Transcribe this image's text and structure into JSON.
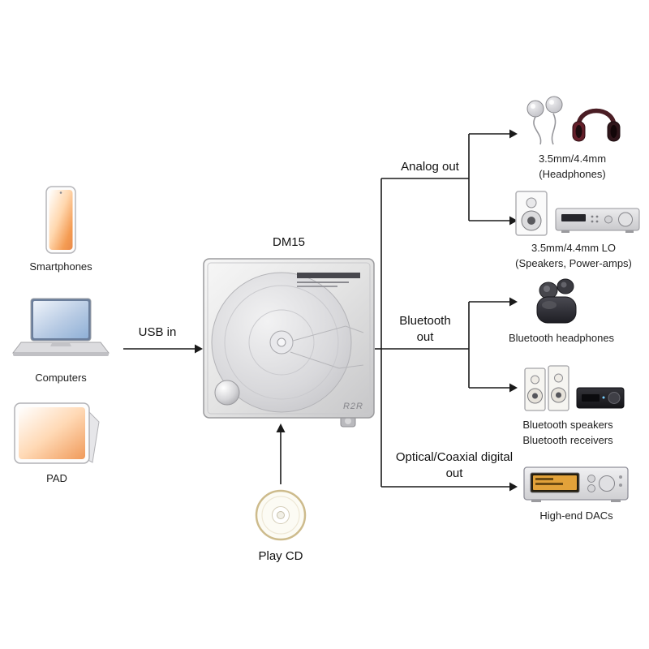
{
  "page": {
    "background": "#ffffff",
    "line_color": "#1a1a1a"
  },
  "device": {
    "title": "DM15",
    "brand": "R2R"
  },
  "inputs": {
    "usb_label": "USB in",
    "cd_label": "Play CD",
    "sources": [
      {
        "label": "Smartphones",
        "icon": "smartphone-icon"
      },
      {
        "label": "Computers",
        "icon": "laptop-icon"
      },
      {
        "label": "PAD",
        "icon": "tablet-icon"
      }
    ]
  },
  "outputs": [
    {
      "label": "Analog out",
      "targets": [
        {
          "line1": "3.5mm/4.4mm",
          "line2": "(Headphones)",
          "icons": [
            "iem-earphones-icon",
            "over-ear-headphones-icon"
          ]
        },
        {
          "line1": "3.5mm/4.4mm LO",
          "line2": "(Speakers, Power-amps)",
          "icons": [
            "bookshelf-speaker-icon",
            "power-amp-icon"
          ]
        }
      ]
    },
    {
      "label": "Bluetooth out",
      "targets": [
        {
          "line1": "Bluetooth headphones",
          "line2": "",
          "icons": [
            "earbuds-icon"
          ]
        },
        {
          "line1": "Bluetooth speakers",
          "line2": "Bluetooth receivers",
          "icons": [
            "speaker-pair-icon",
            "bluetooth-receiver-icon"
          ]
        }
      ]
    },
    {
      "label": "Optical/Coaxial digital out",
      "targets": [
        {
          "line1": "High-end DACs",
          "line2": "",
          "icons": [
            "dac-icon"
          ]
        }
      ]
    }
  ]
}
